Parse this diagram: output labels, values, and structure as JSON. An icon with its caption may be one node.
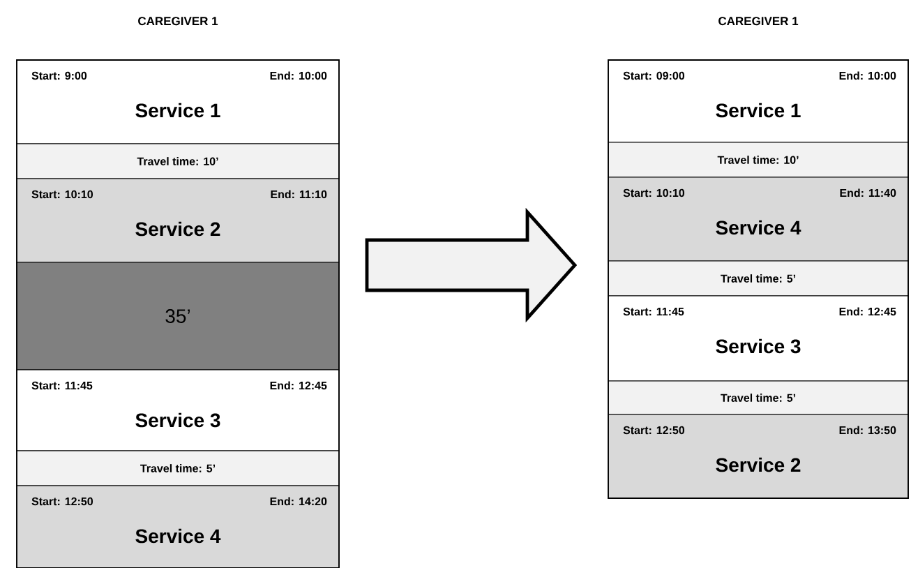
{
  "diagram": {
    "nodes": [
      {
        "text": [
          "CAREGIVER 1"
        ]
      },
      {
        "text": [
          "Start: 9:00",
          "End: 10:00",
          "Service 1"
        ],
        "in": 0
      },
      {
        "text": [
          "Travel time: 10’"
        ],
        "in": 0
      },
      {
        "text": [
          "Start: 10:10",
          "End: 11:10",
          "Service 2"
        ],
        "in": 0
      },
      {
        "text": [
          "35’"
        ],
        "in": 0
      },
      {
        "text": [
          "Start: 11:45",
          "End: 12:45",
          "Service 3"
        ],
        "in": 0
      },
      {
        "text": [
          "Travel time: 5’"
        ],
        "in": 0
      },
      {
        "text": [
          "Start: 12:50",
          "End: 14:20",
          "Service 4"
        ],
        "in": 0
      },
      {
        "text": [
          "CAREGIVER 1"
        ]
      },
      {
        "text": [
          "Start: 09:00",
          "End: 10:00",
          "Service 1"
        ],
        "in": 8
      },
      {
        "text": [
          "Travel time: 10’"
        ],
        "in": 8
      },
      {
        "text": [
          "Start: 10:10",
          "End: 11:40",
          "Service 4"
        ],
        "in": 8
      },
      {
        "text": [
          "Travel time: 5’"
        ],
        "in": 8
      },
      {
        "text": [
          "Start: 11:45",
          "End: 12:45",
          "Service 3"
        ],
        "in": 8
      },
      {
        "text": [
          "Travel time: 5’"
        ],
        "in": 8
      },
      {
        "text": [
          "Start: 12:50",
          "End: 13:50",
          "Service 2"
        ],
        "in": 8
      }
    ],
    "edges": [
      {
        "from": 0,
        "to": 8,
        "arrow": "to"
      }
    ]
  }
}
